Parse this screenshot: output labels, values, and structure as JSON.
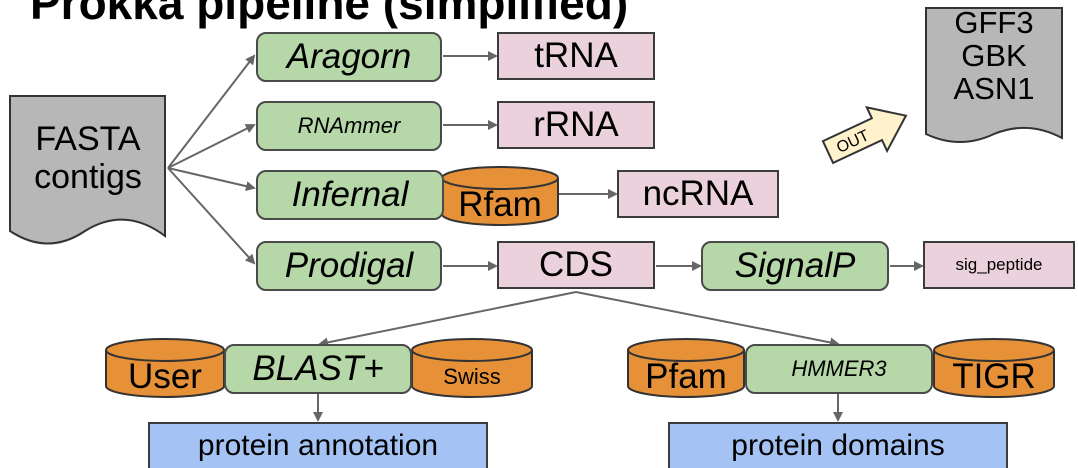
{
  "title": "Prokka pipeline (simplified)",
  "colors": {
    "tool": "#b6d7a8",
    "output": "#ead1dc",
    "final": "#a4c2f4",
    "database": "#e69138",
    "document": "#b7b7b7",
    "arrow": "#666666",
    "out_arrow": "#fff2cc"
  },
  "input": {
    "label_line1": "FASTA",
    "label_line2": "contigs"
  },
  "tools": {
    "aragorn": "Aragorn",
    "rnammer": "RNAmmer",
    "infernal": "Infernal",
    "prodigal": "Prodigal",
    "signalp": "SignalP",
    "blast": "BLAST+",
    "hmmer": "HMMER3"
  },
  "outputs": {
    "trna": "tRNA",
    "rrna": "rRNA",
    "ncrna": "ncRNA",
    "cds": "CDS",
    "sig_peptide": "sig_peptide"
  },
  "databases": {
    "rfam": "Rfam",
    "user": "User",
    "swiss": "Swiss",
    "pfam": "Pfam",
    "tigr": "TIGR"
  },
  "results": {
    "protein_annotation": "protein annotation",
    "protein_domains": "protein domains"
  },
  "out_arrow_label": "OUT",
  "formats": {
    "line1": "GFF3",
    "line2": "GBK",
    "line3": "ASN1"
  }
}
